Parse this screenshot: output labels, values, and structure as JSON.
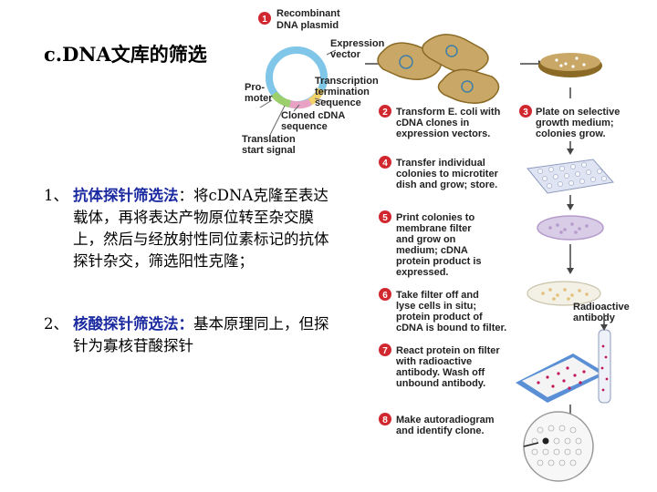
{
  "title": "c.DNA文库的筛选",
  "para1": {
    "num": "1、",
    "keyword": "抗体探针筛选法",
    "text": "：将cDNA克隆至表达载体，再将表达产物原位转至杂交膜上，然后与经放射性同位素标记的抗体探针杂交，筛选阳性克隆；"
  },
  "para2": {
    "num": "2、",
    "keyword": "核酸探针筛选法：",
    "text": "基本原理同上，但探针为寡核苷酸探针"
  },
  "figure": {
    "plasmid_labels": {
      "recombinant_1": "Recombinant",
      "recombinant_2": "DNA plasmid",
      "expression_1": "Expression",
      "expression_2": "vector",
      "promoter_1": "Pro-",
      "promoter_2": "moter",
      "transcription_1": "Transcription",
      "transcription_2": "termination",
      "transcription_3": "sequence",
      "cloned_1": "Cloned cDNA",
      "cloned_2": "sequence",
      "translation_1": "Translation",
      "translation_2": "start signal"
    },
    "steps": [
      {
        "n": "1"
      },
      {
        "n": "2",
        "lines": [
          "Transform E. coli with",
          "cDNA clones in",
          "expression vectors."
        ]
      },
      {
        "n": "3",
        "lines": [
          "Plate on selective",
          "growth medium;",
          "colonies grow."
        ]
      },
      {
        "n": "4",
        "lines": [
          "Transfer individual",
          "colonies to microtiter",
          "dish and grow; store."
        ]
      },
      {
        "n": "5",
        "lines": [
          "Print colonies to",
          "membrane filter",
          "and grow on",
          "medium; cDNA",
          "protein product is",
          "expressed."
        ]
      },
      {
        "n": "6",
        "lines": [
          "Take filter off and",
          "lyse cells in situ;",
          "protein product of",
          "cDNA is bound to filter."
        ]
      },
      {
        "n": "7",
        "lines": [
          "React protein on filter",
          "with radioactive",
          "antibody. Wash off",
          "unbound antibody."
        ]
      },
      {
        "n": "8",
        "lines": [
          "Make autoradiogram",
          "and identify clone."
        ]
      }
    ],
    "radioactive_1": "Radioactive",
    "radioactive_2": "antibody",
    "colors": {
      "step_circle": "#d0282e",
      "plasmid_ring": "#7fc6e8",
      "cell_fill": "#c9a766",
      "plate_fill": "#8a6a24",
      "filter_purple": "#b59acb",
      "tray_blue": "#5a8fd6"
    }
  }
}
